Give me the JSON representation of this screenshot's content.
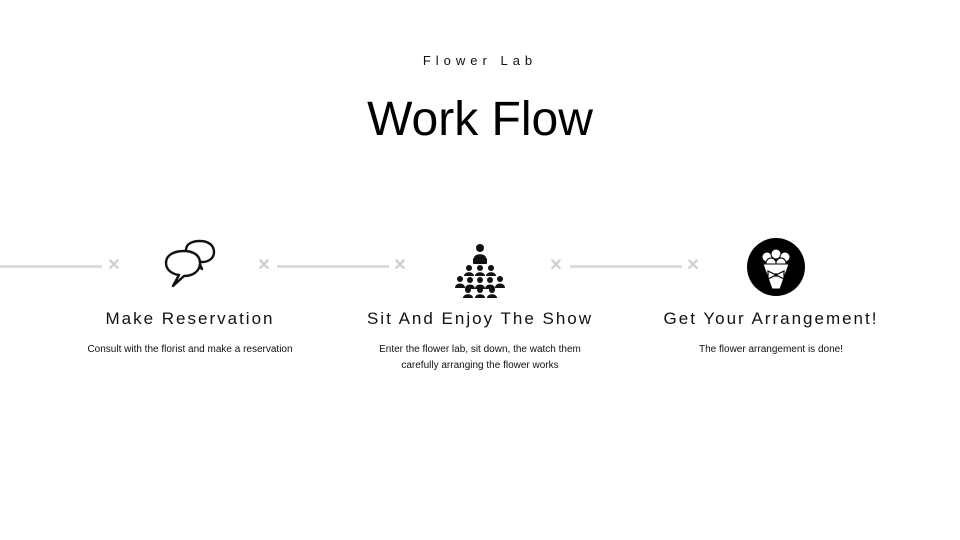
{
  "header": {
    "brand": "Flower Lab",
    "title": "Work Flow"
  },
  "steps": [
    {
      "icon": "speech-bubbles-icon",
      "title": "Make Reservation",
      "description": "Consult with the florist and make a reservation"
    },
    {
      "icon": "audience-presenter-icon",
      "title": "Sit And Enjoy The Show",
      "description": "Enter the flower lab, sit down, the watch them carefully arranging the flower works"
    },
    {
      "icon": "flower-bouquet-icon",
      "title": "Get Your Arrangement!",
      "description": "The flower arrangement is done!"
    }
  ],
  "colors": {
    "connector": "#dcdcdc",
    "connector_mark": "#cfcfcf",
    "text": "#111111"
  }
}
